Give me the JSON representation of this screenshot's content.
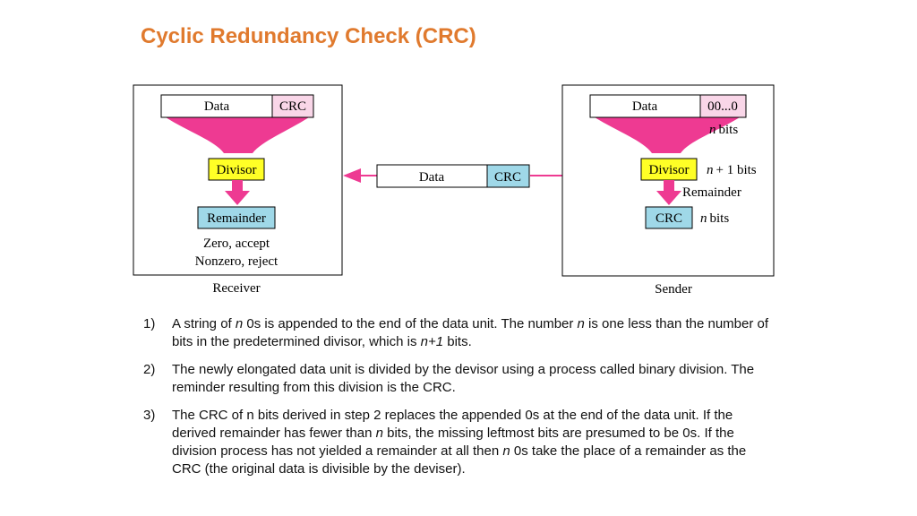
{
  "title": "Cyclic Redundancy Check (CRC)",
  "diagram": {
    "receiver": {
      "data_label": "Data",
      "crc_label": "CRC",
      "divisor_label": "Divisor",
      "remainder_label": "Remainder",
      "zero_text": "Zero, accept",
      "nonzero_text": "Nonzero, reject",
      "caption": "Receiver"
    },
    "channel": {
      "data_label": "Data",
      "crc_label": "CRC"
    },
    "sender": {
      "data_label": "Data",
      "zeros_label": "00...0",
      "n_bits": "bits",
      "n_var": "n",
      "divisor_label": "Divisor",
      "divisor_bits": "+ 1 bits",
      "remainder_label": "Remainder",
      "crc_label": "CRC",
      "crc_bits": "bits",
      "caption": "Sender"
    },
    "colors": {
      "arrow": "#ee3a92",
      "divisor": "#ffff26",
      "crc_blue": "#9fd8e8",
      "crc_pink": "#f9d6e8",
      "title": "#e07a2e"
    }
  },
  "steps": [
    {
      "number": "1)",
      "parts": [
        {
          "t": "A string of "
        },
        {
          "t": "n",
          "i": true
        },
        {
          "t": " 0s is appended to the end of the data unit. The number "
        },
        {
          "t": "n",
          "i": true
        },
        {
          "t": " is one less than the number of bits in the predetermined divisor, which is "
        },
        {
          "t": "n+1",
          "i": true
        },
        {
          "t": " bits."
        }
      ]
    },
    {
      "number": "2)",
      "parts": [
        {
          "t": "The newly elongated data unit is divided by the devisor using a process called binary division. The reminder resulting from this division is the CRC."
        }
      ]
    },
    {
      "number": "3)",
      "parts": [
        {
          "t": "The CRC of n bits derived in step 2 replaces the appended 0s at the end of the data unit. If the derived remainder has fewer than "
        },
        {
          "t": "n",
          "i": true
        },
        {
          "t": " bits, the missing leftmost bits are presumed to be 0s. If the division process has not yielded a remainder at all then "
        },
        {
          "t": "n",
          "i": true
        },
        {
          "t": " 0s take the place of a remainder as the CRC (the original data is divisible by the deviser)."
        }
      ]
    }
  ]
}
